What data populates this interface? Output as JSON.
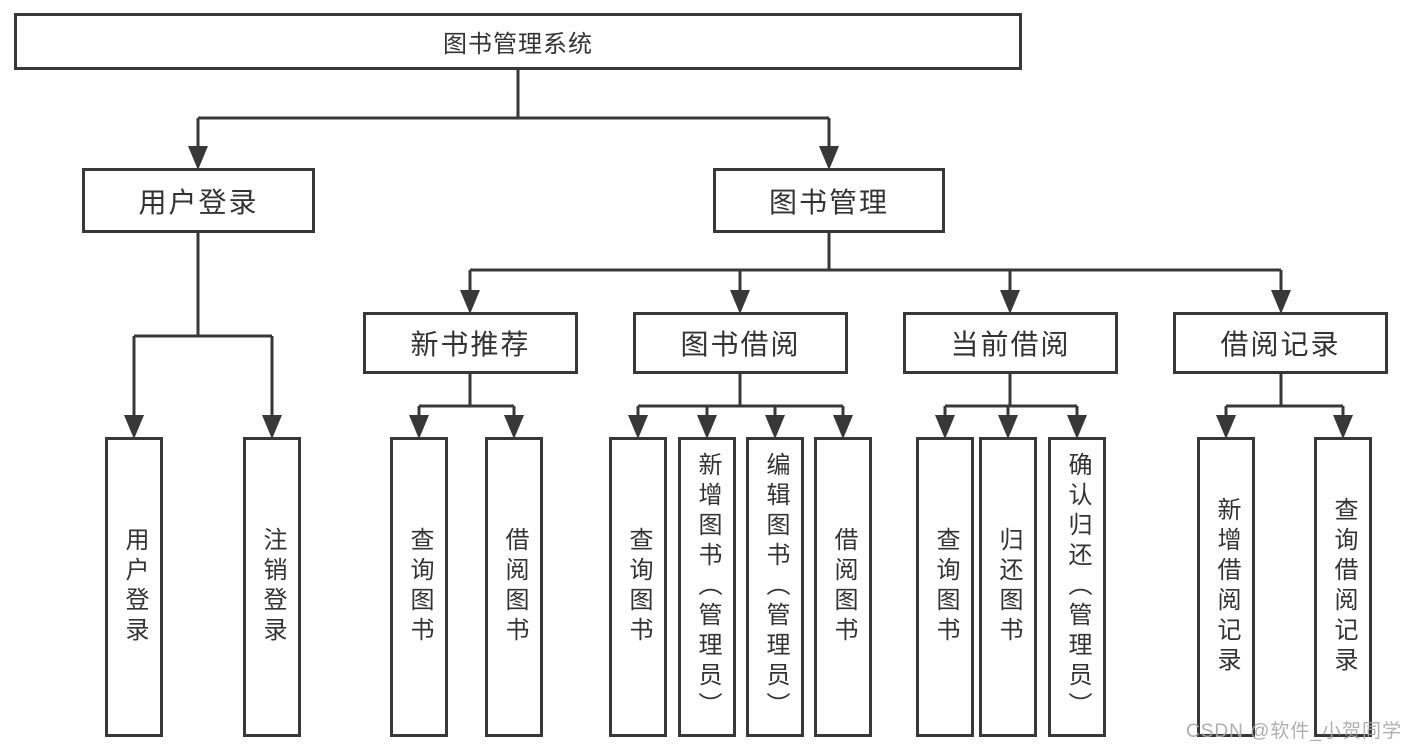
{
  "tree": {
    "label": "图书管理系统",
    "children": [
      {
        "label": "用户登录",
        "children": [
          {
            "label": "用户登录"
          },
          {
            "label": "注销登录"
          }
        ]
      },
      {
        "label": "图书管理",
        "children": [
          {
            "label": "新书推荐",
            "children": [
              {
                "label": "查询图书"
              },
              {
                "label": "借阅图书"
              }
            ]
          },
          {
            "label": "图书借阅",
            "children": [
              {
                "label": "查询图书"
              },
              {
                "label": "新增图书（管理员）"
              },
              {
                "label": "编辑图书（管理员）"
              },
              {
                "label": "借阅图书"
              }
            ]
          },
          {
            "label": "当前借阅",
            "children": [
              {
                "label": "查询图书"
              },
              {
                "label": "归还图书"
              },
              {
                "label": "确认归还（管理员）"
              }
            ]
          },
          {
            "label": "借阅记录",
            "children": [
              {
                "label": "新增借阅记录"
              },
              {
                "label": "查询借阅记录"
              }
            ]
          }
        ]
      }
    ]
  },
  "watermark": "CSDN @软件_小贺同学",
  "colors": {
    "line": "#383838",
    "text": "#333333",
    "watermark": "#a9a9a9",
    "background": "#ffffff"
  }
}
